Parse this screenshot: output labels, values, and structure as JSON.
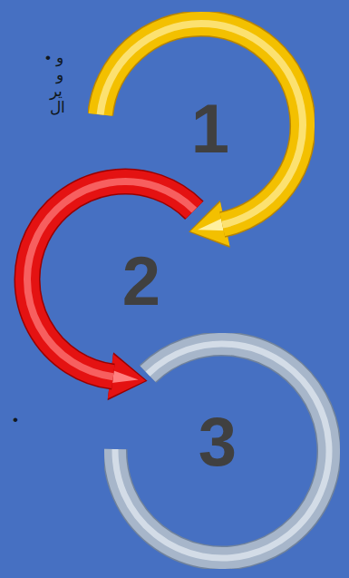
{
  "diagram": {
    "nodes": [
      {
        "text": [
          "1"
        ]
      },
      {
        "text": [
          "2"
        ]
      },
      {
        "text": [
          "3"
        ]
      }
    ],
    "edges": [
      {
        "from": 0,
        "to": 1,
        "arrow": "to"
      },
      {
        "from": 1,
        "to": 2,
        "arrow": "to"
      }
    ],
    "labels": [
      "•",
      "و",
      "و",
      "ير",
      "ال",
      "•"
    ]
  }
}
